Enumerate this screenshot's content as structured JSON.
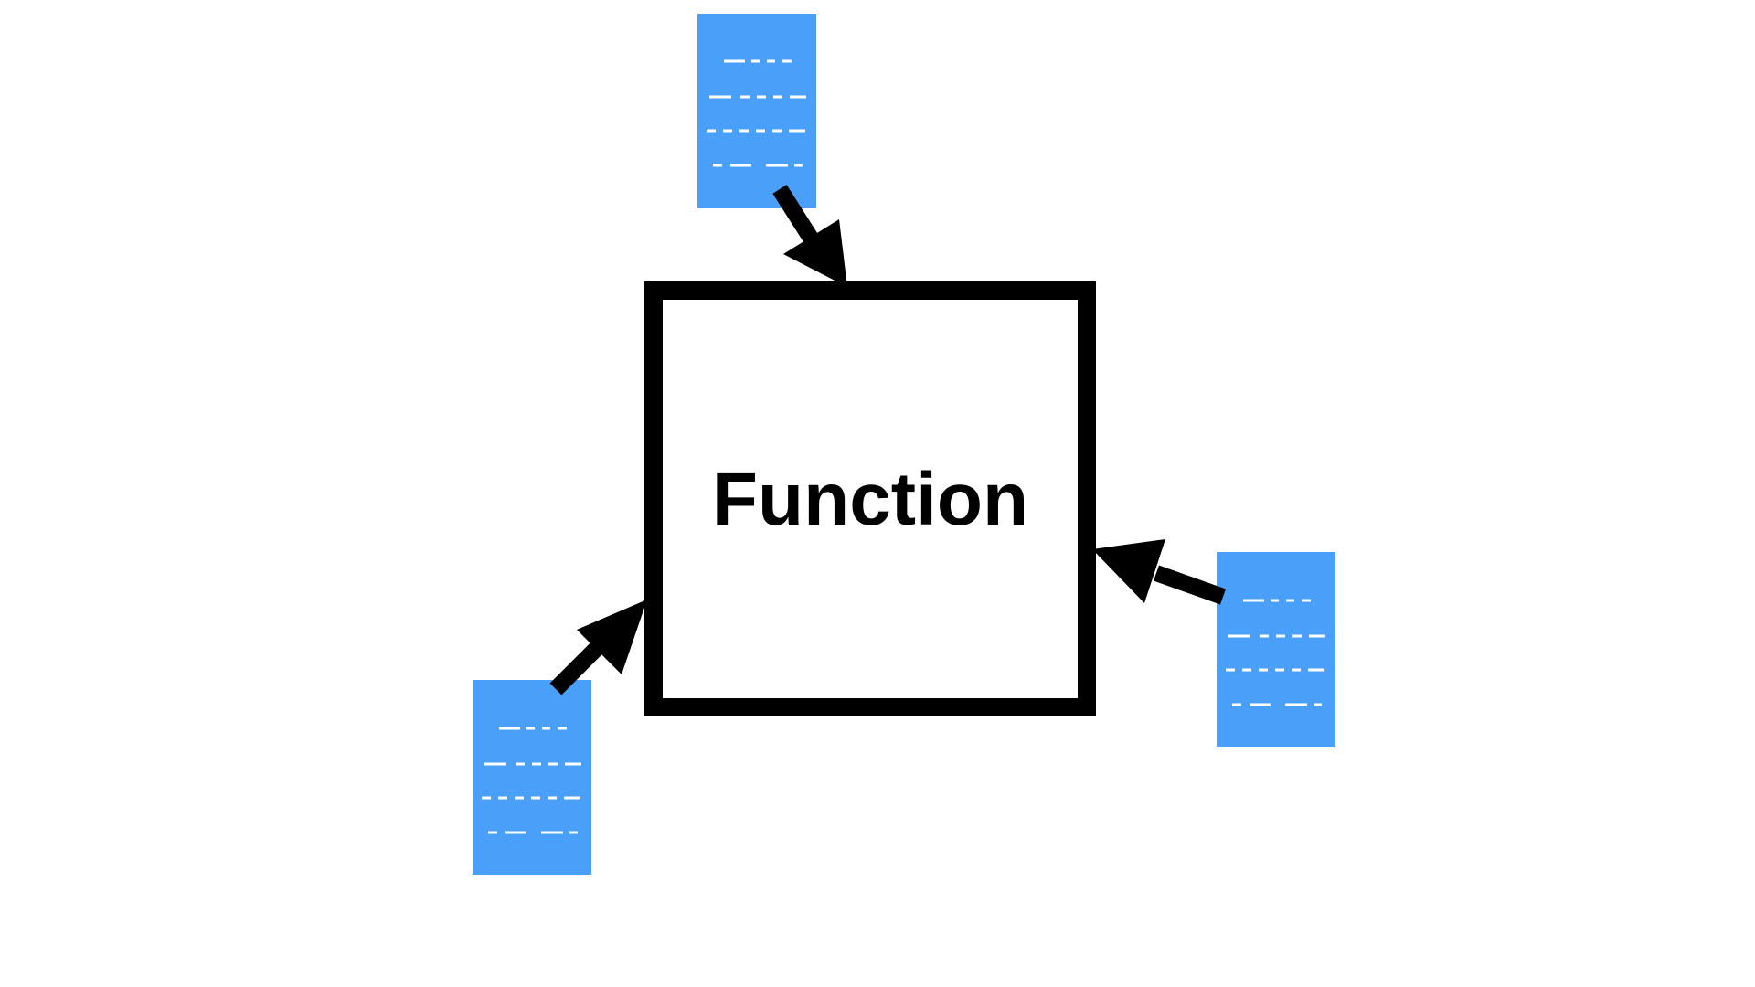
{
  "diagram": {
    "function_label": "Function",
    "colors": {
      "background": "#ffffff",
      "box_stroke": "#000000",
      "document_fill": "#4a9ff8",
      "document_lines": "#ffffff",
      "arrow": "#000000"
    },
    "inputs": [
      {
        "name": "document-icon-top",
        "icon": "document-icon"
      },
      {
        "name": "document-icon-right",
        "icon": "document-icon"
      },
      {
        "name": "document-icon-bottom-left",
        "icon": "document-icon"
      }
    ]
  }
}
